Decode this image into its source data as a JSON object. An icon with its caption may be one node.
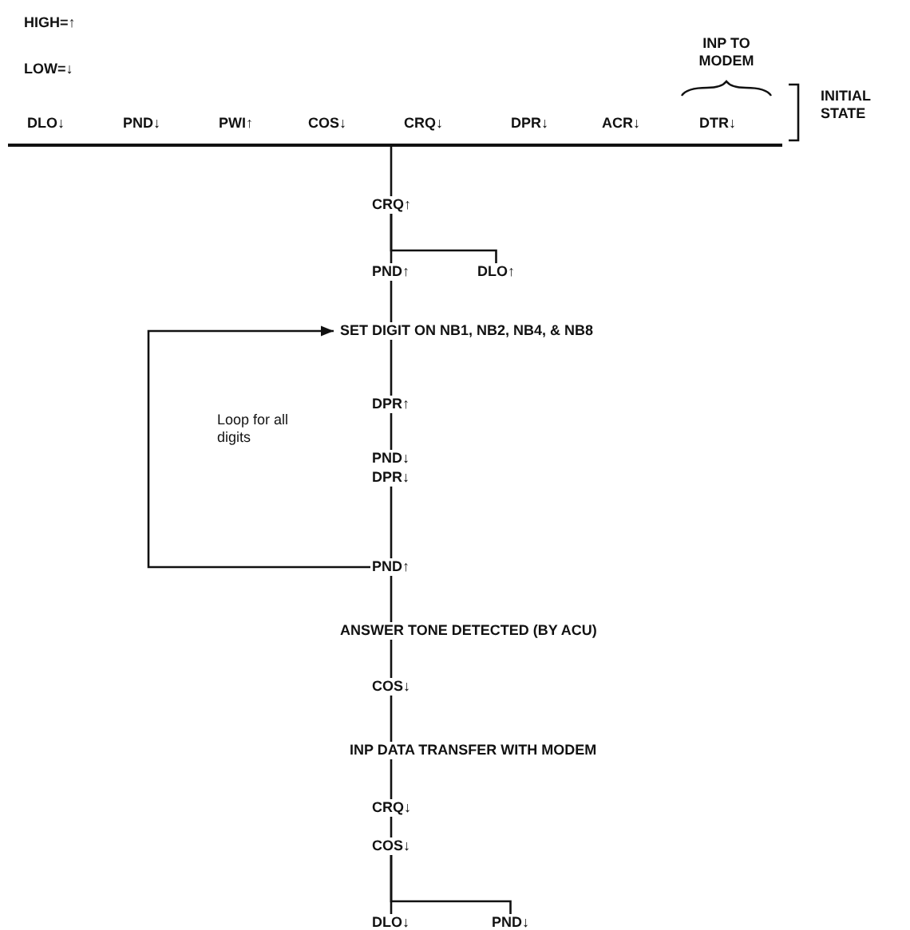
{
  "diagram": {
    "nodes": [
      {
        "text": [],
        "shape": "bar"
      },
      {
        "text": [
          "CRQ↑"
        ]
      },
      {
        "text": [
          "PND↑"
        ]
      },
      {
        "text": [
          "DLO↑"
        ]
      },
      {
        "text": [
          "SET DIGIT ON NB1, NB2, NB4, & NB8"
        ]
      },
      {
        "text": [
          "DPR↑"
        ]
      },
      {
        "text": [
          "PND↓"
        ]
      },
      {
        "text": [
          "DPR↓"
        ]
      },
      {
        "text": [
          "PND↑"
        ]
      },
      {
        "text": [
          "ANSWER TONE DETECTED (BY ACU)"
        ]
      },
      {
        "text": [
          "COS↓"
        ]
      },
      {
        "text": [
          "INP DATA TRANSFER WITH MODEM"
        ]
      },
      {
        "text": [
          "CRQ↓"
        ]
      },
      {
        "text": [
          "COS↓"
        ]
      },
      {
        "text": [
          "DLO↓"
        ]
      },
      {
        "text": [
          "PND↓"
        ]
      }
    ],
    "edges": [
      {
        "from": 0,
        "to": 1,
        "arrow": "none"
      },
      {
        "from": 1,
        "to": 2,
        "arrow": "none"
      },
      {
        "from": 1,
        "to": 3,
        "arrow": "none"
      },
      {
        "from": 2,
        "to": 4,
        "arrow": "none"
      },
      {
        "from": 4,
        "to": 5,
        "arrow": "none"
      },
      {
        "from": 5,
        "to": 6,
        "arrow": "none"
      },
      {
        "from": 7,
        "to": 8,
        "arrow": "none"
      },
      {
        "from": 8,
        "to": 4,
        "arrow": "to"
      },
      {
        "from": 8,
        "to": 9,
        "arrow": "none"
      },
      {
        "from": 9,
        "to": 10,
        "arrow": "none"
      },
      {
        "from": 10,
        "to": 11,
        "arrow": "none"
      },
      {
        "from": 11,
        "to": 12,
        "arrow": "none"
      },
      {
        "from": 12,
        "to": 13,
        "arrow": "none"
      },
      {
        "from": 13,
        "to": 14,
        "arrow": "none"
      },
      {
        "from": 13,
        "to": 15,
        "arrow": "none"
      }
    ],
    "labels": [
      "HIGH=↑",
      "LOW=↓",
      "INP TO MODEM",
      "DLO↓",
      "PND↓",
      "PWI↑",
      "COS↓",
      "CRQ↓",
      "DPR↓",
      "ACR↓",
      "DTR↓",
      "INITIAL STATE",
      "Loop for all digits"
    ]
  }
}
